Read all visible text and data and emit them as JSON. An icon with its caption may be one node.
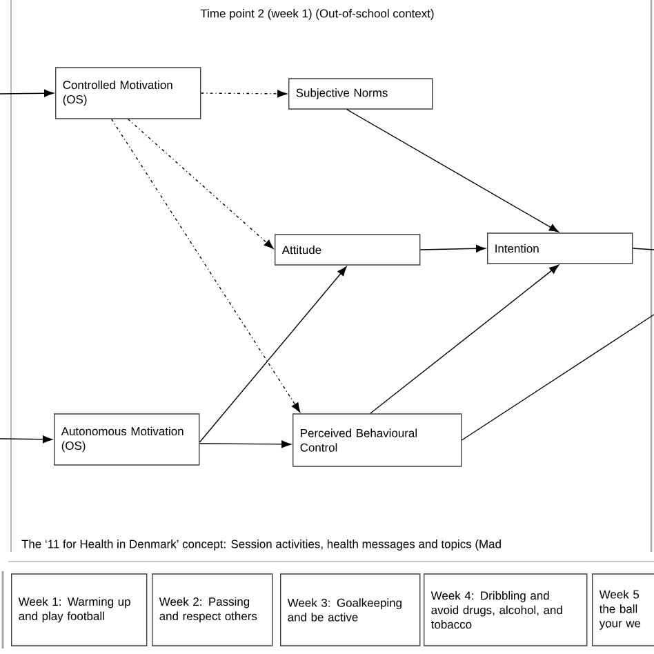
{
  "diagram": {
    "nodes": [
      {
        "text": [
          "Controlled Motivation (OS)"
        ]
      },
      {
        "text": [
          "Subjective Norms"
        ]
      },
      {
        "text": [
          "Attitude"
        ]
      },
      {
        "text": [
          "Intention"
        ]
      },
      {
        "text": [
          "Autonomous Motivation (OS)"
        ]
      },
      {
        "text": [
          "Perceived Behavioural Control"
        ]
      },
      {
        "text": [
          "Week 1: Warming up and play football"
        ]
      },
      {
        "text": [
          "Week 2: Passing and respect others"
        ]
      },
      {
        "text": [
          "Week 3: Goalkeeping and be active"
        ]
      },
      {
        "text": [
          "Week 4: Dribbling and avoid drugs, alcohol, and tobacco"
        ]
      },
      {
        "text": [
          "Week 5 the ball your we"
        ]
      }
    ],
    "edges": [
      {
        "from": null,
        "to": 0,
        "arrow": "to"
      },
      {
        "from": null,
        "to": 4,
        "arrow": "to"
      },
      {
        "from": 0,
        "to": 1,
        "arrow": "to",
        "style": "dashed"
      },
      {
        "from": 0,
        "to": 2,
        "arrow": "to",
        "style": "dashed"
      },
      {
        "from": 0,
        "to": 5,
        "arrow": "to",
        "style": "dashed"
      },
      {
        "from": 1,
        "to": 3,
        "arrow": "to"
      },
      {
        "from": 2,
        "to": 3,
        "arrow": "to"
      },
      {
        "from": 4,
        "to": 2,
        "arrow": "to"
      },
      {
        "from": 4,
        "to": 5,
        "arrow": "to"
      },
      {
        "from": 5,
        "to": 3,
        "arrow": "to"
      },
      {
        "from": 3,
        "to": null,
        "arrow": "none"
      },
      {
        "from": 5,
        "to": null,
        "arrow": "none"
      }
    ],
    "labels": [
      "Time point 2 (week 1) (Out-of-school context)",
      "The ‘11 for Health in Denmark’ concept: Session activities, health messages and topics (Mad"
    ]
  }
}
